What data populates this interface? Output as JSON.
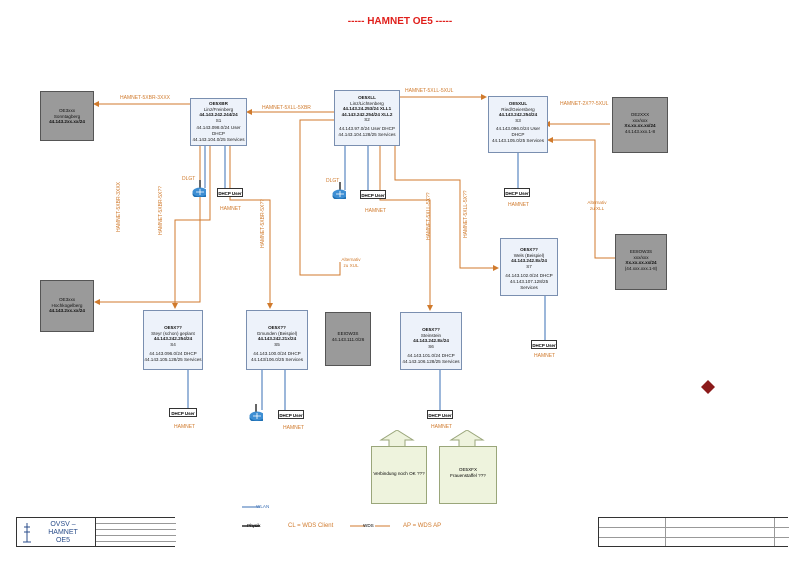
{
  "title": "----- HAMNET OE5 -----",
  "sites": {
    "s1": {
      "name": "OE5XBR",
      "loc": "Linz/Freinberg",
      "ip": "44.143.242.244/24",
      "sec": "S1",
      "l1": "44.143.098.0/24  User DHCP",
      "l2": "44.143.104.0/25 Services"
    },
    "s2": {
      "name": "OE5XLL",
      "loc": "Linz/Lichtenberg",
      "ip1": "44.143.24.253/24 XLL1",
      "ip2": "44.143.242.254/24 XLL2",
      "sec": "S2",
      "l1": "44.143.97.0/24  User DHCP",
      "l2": "44.143.104.128/25 Services"
    },
    "s3": {
      "name": "OE5XUL",
      "loc": "Ried/Geiersberg",
      "ip": "44.143.242.254/24",
      "sec": "S3",
      "l1": "44.143.096.0/24  User DHCP",
      "l2": "44.143.105.0/25 Services"
    },
    "s4": {
      "name": "OE5X??",
      "loc": "Steyr (schon) geplant",
      "ip": "44.143.242.254/24",
      "sec": "S4",
      "l1": "44.143.096.0/24  DHCP",
      "l2": "44.143.105.128/25 Services"
    },
    "s5": {
      "name": "OE5X??",
      "loc": "Gmunden (Beispiel)",
      "ip": "44.143.242.21x/24",
      "sec": "S5",
      "l1": "44.143.100.0/24  DHCP",
      "l2": "44.143/106.0/25 Services"
    },
    "s6": {
      "name": "OE5X??",
      "loc": "Steinstein",
      "ip": "44.143.242.8x/24",
      "sec": "S6",
      "l1": "44.143.101.0/24  DHCP",
      "l2": "44.143.106.128/25 Services"
    },
    "s7": {
      "name": "OE5X??",
      "loc": "Wels (Beispiel)",
      "ip": "44.143.242.8x/24",
      "sec": "S7",
      "l1": "44.143.102.0/24  DHCP",
      "l2": "44.143.107.128/25 Services"
    }
  },
  "ext": {
    "e1": {
      "l1": "OE3xxx",
      "l2": "Sonntagberg",
      "l3": "44.143.2xx.xx/24"
    },
    "e2": {
      "l1": "OE3xxx",
      "l2": "Hochkogelberg",
      "l3": "44.143.2xx.xx/24"
    },
    "e3": {
      "l1": "OE2XXX",
      "l2": "xxx/xxx",
      "l3": "Xx.xx.xx.xx/24",
      "l4": "44.143.xxx.1-8"
    },
    "e4": {
      "l1": "EE8OW3S",
      "l2": "xxx/xxx",
      "l3": "Xx.xx.xx.xx/24",
      "l4": "(44.xxx.xxx.1-8)"
    },
    "e5": {
      "l1": "EEIOW3S",
      "l2": "44.143.111.0/26"
    }
  },
  "links": {
    "l1": "HAMNET-5XBR-3XXX",
    "l2": "HAMNET-5XLL-5XBR",
    "l3": "HAMNET-5XLL-5XUL",
    "l4": "HAMNET-2X??-5XUL",
    "l5": "HAMNET-5XBR-3XXX",
    "l6": "HAMNET-5XBR-5X??",
    "l7": "HAMNET-5XBR-5X??",
    "l8": "HAMNET-5XLL-5X??",
    "l9": "HAMNET-5XLL-5X??"
  },
  "user_label": "DHCP User",
  "hamnet_label": "HAMNET",
  "dlgt": "DLGT",
  "alt1": [
    "Alternativ",
    "zu XUL"
  ],
  "alt2": [
    "Alternativ",
    "zu XLL"
  ],
  "notes": {
    "n1": "Verbindung noch OK ???",
    "n2l1": "OE5XFX",
    "n2l2": "Frauenstaffel ???"
  },
  "legend": {
    "wl": "WLAN",
    "phys": "Physik",
    "cl": "CL = WDS Client",
    "wds": "WDS",
    "ap": "AP = WDS AP"
  },
  "tb": {
    "org1": "OVSV – HAMNET",
    "org2": "OE5"
  },
  "colors": {
    "accent": "#e0201c",
    "link": "#d07a2c",
    "wlan": "#3a6fb5",
    "node_fill": "#edf2fa",
    "ext_fill": "#9a9a9a",
    "router": "#1e6fb3"
  }
}
